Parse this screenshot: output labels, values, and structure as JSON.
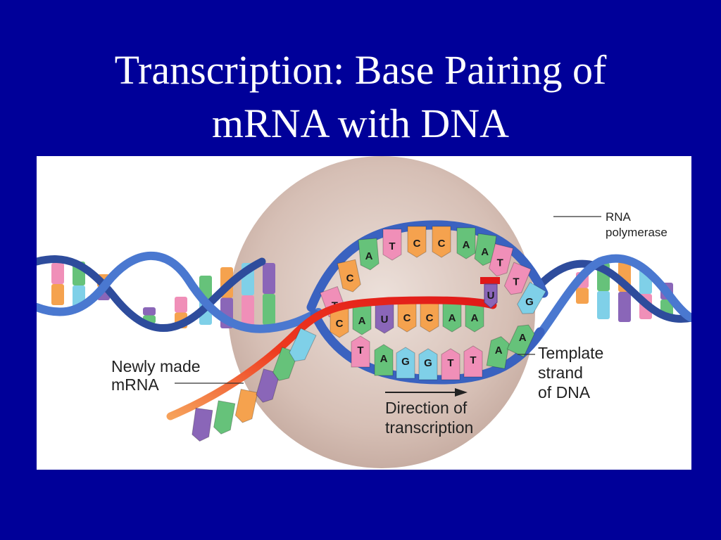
{
  "slide": {
    "title_line1": "Transcription: Base Pairing of",
    "title_line2": "mRNA with DNA",
    "background_color": "#000099",
    "title_color": "#ffffff"
  },
  "figure": {
    "labels": {
      "rna_polymerase_line1": "RNA",
      "rna_polymerase_line2": "polymerase",
      "newly_made_mrna_line1": "Newly made",
      "newly_made_mrna_line2": "mRNA",
      "template_strand_line1": "Template",
      "template_strand_line2": "strand",
      "template_strand_line3": "of DNA",
      "direction_line1": "Direction of",
      "direction_line2": "transcription"
    },
    "coding_strand_bases": [
      "T",
      "C",
      "A",
      "T",
      "C",
      "C",
      "A",
      "A",
      "T",
      "T",
      "G"
    ],
    "mrna_bases": [
      "C",
      "A",
      "U",
      "C",
      "C",
      "A",
      "A"
    ],
    "incoming_nucleotide": "U",
    "template_strand_bases": [
      "T",
      "A",
      "G",
      "G",
      "T",
      "T",
      "A",
      "A"
    ],
    "base_colors": {
      "A": "#66c27a",
      "T": "#f08fb8",
      "C": "#f5a24e",
      "G": "#7fd0e8",
      "U": "#8a66b8"
    },
    "colors": {
      "dna_backbone": "#3a5fb5",
      "mrna_strand": "#e8301e",
      "polymerase": "#d9c4bc"
    }
  }
}
